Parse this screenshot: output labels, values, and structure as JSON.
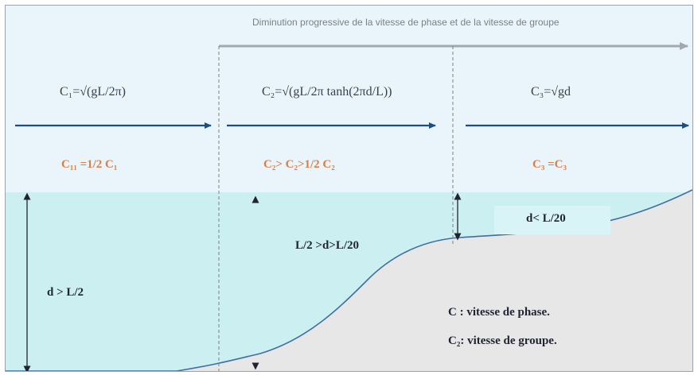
{
  "banner": {
    "text": "Diminution progressive de la vitesse de phase et de la vitesse de groupe"
  },
  "zones": [
    {
      "formula": "C₁=√(gL/2π)",
      "relation": "C₁₁ =1/2 C₁"
    },
    {
      "formula": "C₂=√(gL/2π tanh(2πd/L))",
      "relation": "C₂> C₂>1/2 C₂"
    },
    {
      "formula": "C₃=√gd",
      "relation": "C₃ =C₃"
    }
  ],
  "depths": {
    "deep": "d > L/2",
    "intermediate": "L/2 >d>L/20",
    "shallow": "d< L/20"
  },
  "legend": {
    "phase": "C : vitesse de phase.",
    "group": "C₂: vitesse de groupe."
  },
  "colors": {
    "arrow": "#1d4e7e",
    "banner_arrow": "#a3a8b0",
    "orange": "#d97f4a",
    "seabed": "#e7e7e7",
    "water": "#ccf0f2",
    "sky": "#e9f5fa"
  }
}
